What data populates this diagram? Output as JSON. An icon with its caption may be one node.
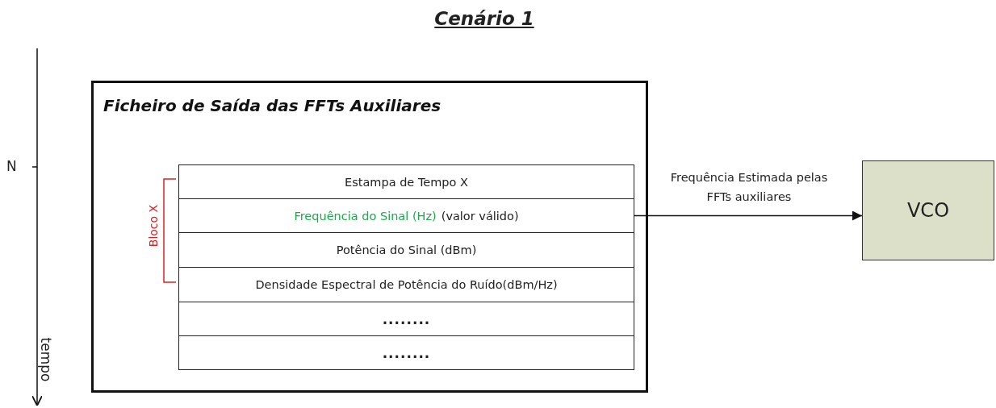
{
  "diagram": {
    "title": "Cenário 1",
    "nodes": [
      {
        "text": [
          "Ficheiro de Saída das FFTs Auxiliares"
        ]
      },
      {
        "text": [
          "Estampa de Tempo X"
        ],
        "in": 0
      },
      {
        "text": [
          "Frequência do Sinal (Hz)",
          "(valor válido)"
        ],
        "in": 0
      },
      {
        "text": [
          "Potência do Sinal (dBm)"
        ],
        "in": 0
      },
      {
        "text": [
          "Densidade Espectral de Potência do Ruído(dBm/Hz)"
        ],
        "in": 0
      },
      {
        "text": [
          "........"
        ],
        "in": 0
      },
      {
        "text": [
          "........"
        ],
        "in": 0
      },
      {
        "text": [
          "VCO"
        ]
      }
    ],
    "edges": [
      {
        "from": 2,
        "to": 7,
        "arrow": "to",
        "label": "Frequência Estimada pelas FFTs auxiliares"
      }
    ],
    "labels": [
      "N",
      "Bloco X",
      "tempo"
    ]
  }
}
